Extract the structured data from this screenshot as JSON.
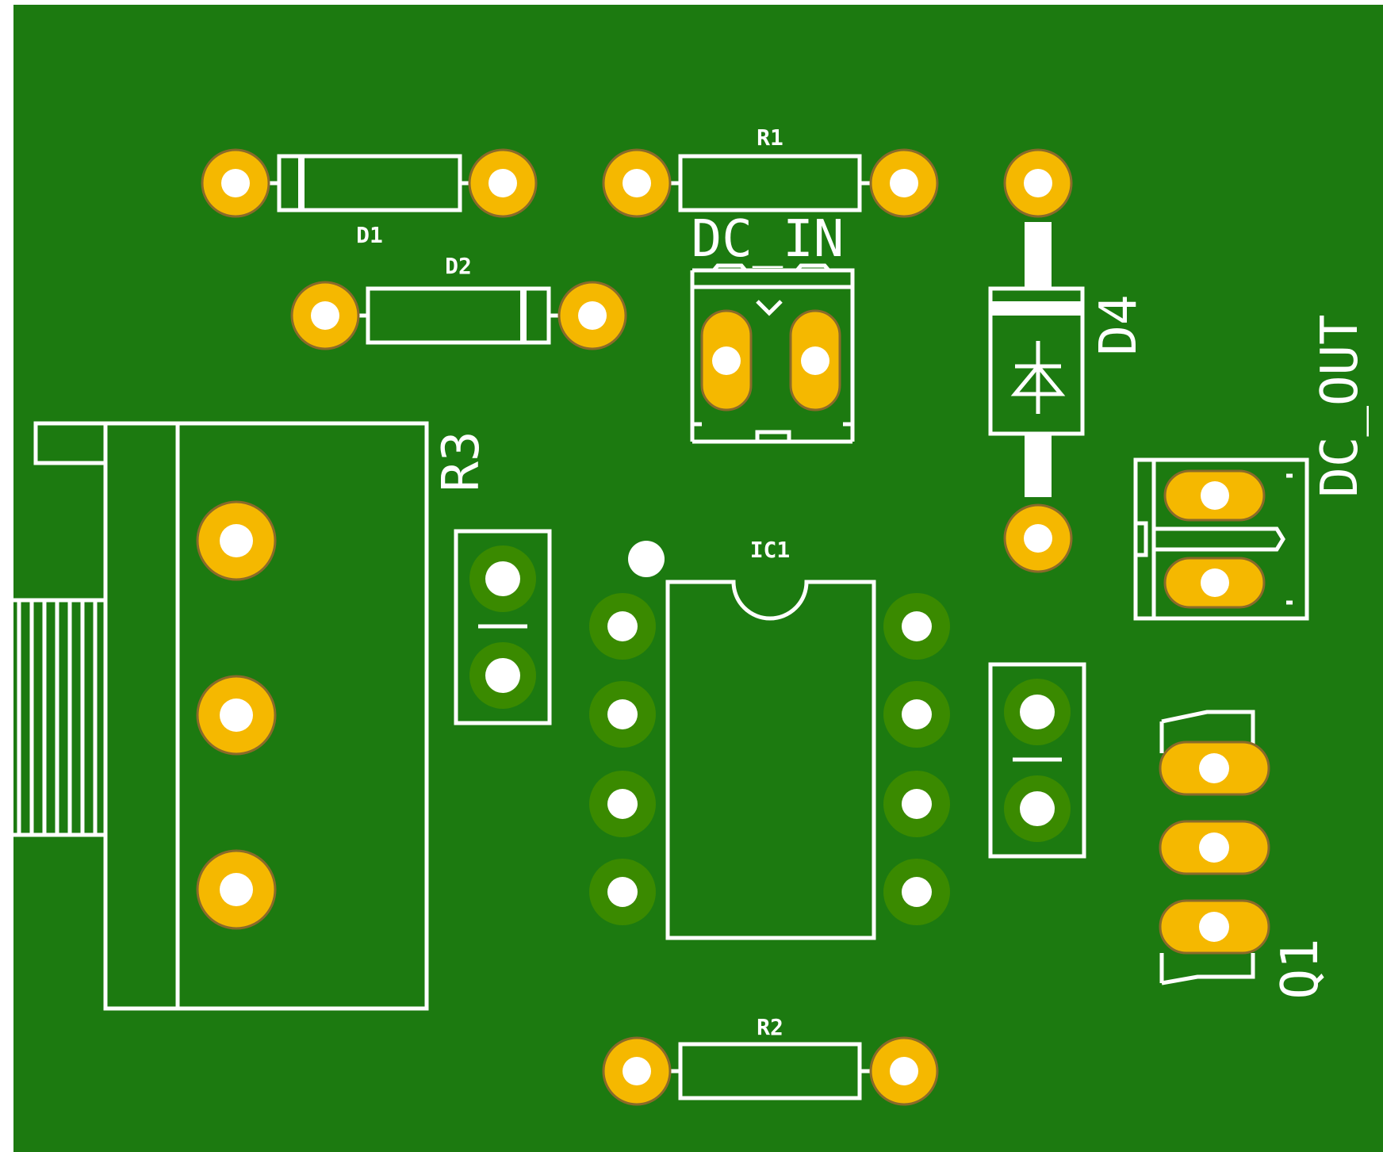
{
  "board": {
    "board_color": "#1c7a10",
    "copper_color": "#f5b800",
    "green_pad_color": "#3a8a00",
    "silk_color": "#ffffff"
  },
  "labels": {
    "d1": "D1",
    "d2": "D2",
    "r1": "R1",
    "r2": "R2",
    "r3": "R3",
    "ic1": "IC1",
    "dc_in": "DC_IN",
    "dc_out": "DC_OUT",
    "d4": "D4",
    "q1": "Q1"
  }
}
